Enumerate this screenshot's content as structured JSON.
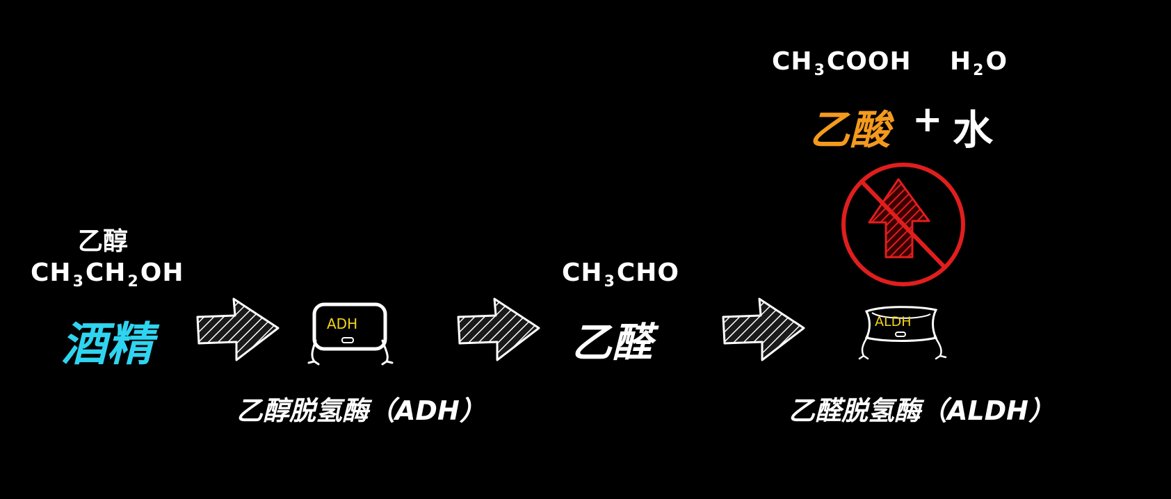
{
  "colors": {
    "background": "#000000",
    "text": "#ffffff",
    "ethanol_accent": "#2fd4f0",
    "acid_accent": "#f39a1e",
    "enzyme_label": "#f2d41c",
    "prohibit_red": "#e01e1e"
  },
  "ethanol": {
    "name": "乙醇",
    "formula_parts": [
      "CH",
      "3",
      "CH",
      "2",
      "OH"
    ],
    "common_name": "酒精"
  },
  "adh": {
    "chip_label": "ADH",
    "caption": "乙醇脱氢酶（ADH）"
  },
  "acetaldehyde": {
    "formula_parts": [
      "CH",
      "3",
      "CHO"
    ],
    "name": "乙醛"
  },
  "aldh": {
    "chip_label": "ALDH",
    "caption": "乙醛脱氢酶（ALDH）"
  },
  "products": {
    "acetic_formula_parts": [
      "CH",
      "3",
      "COOH"
    ],
    "water_formula_parts": [
      "H",
      "2",
      "O"
    ],
    "acetic_name": "乙酸",
    "plus": "+",
    "water_name": "水"
  },
  "icons": [
    "right-arrow-icon",
    "adh-enzyme-icon",
    "aldh-enzyme-icon",
    "prohibited-up-arrow-icon"
  ]
}
